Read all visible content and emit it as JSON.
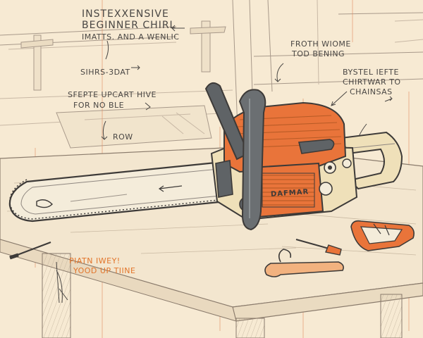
{
  "notes": {
    "title_line1": "INSTEXXENSIVE",
    "title_line2": "BEGINNER CHIRL",
    "title_line3": "IMATTS. AND A WENLIC",
    "note_sihrs": "SIHRS-3DAT",
    "note_sfepte_1": "SFEPTE UPCART HIVE",
    "note_sfepte_2": "FOR NO BLE",
    "note_row": "ROW",
    "note_froth_1": "FROTH WIOME",
    "note_froth_2": "TOD BENING",
    "note_bystel_1": "BYSTEL IEFTE",
    "note_bystel_2": "CHIRTWAR TO",
    "note_bystel_3": "CHAINSAS",
    "note_orange_1": "PIATN IWEY!",
    "note_orange_2": "YOOD UP TIINE"
  },
  "brand_label": "DAFMAR",
  "colors": {
    "background": "#f7ead3",
    "saw_orange": "#e9743a",
    "saw_cream": "#efe0b9",
    "handle_gray": "#5f6366",
    "ink": "#4a4744",
    "annotation_orange": "#e2752b"
  },
  "icons": [
    "chainsaw",
    "screwdriver",
    "wrench",
    "file-tool",
    "measuring-tool"
  ]
}
